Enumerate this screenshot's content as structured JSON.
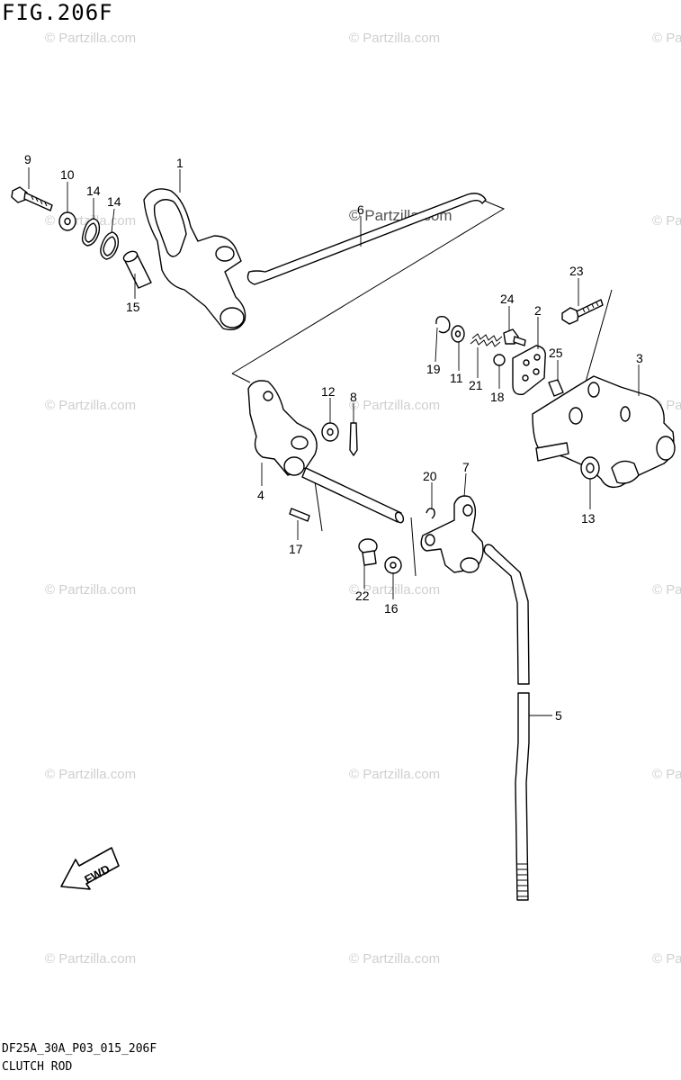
{
  "figure": {
    "title": "FIG.206F",
    "code": "DF25A_30A_P03_015_206F",
    "name": "CLUTCH ROD"
  },
  "watermark": "© Partzilla.com",
  "fwd_label": "FWD",
  "callouts": [
    {
      "id": "c9",
      "label": "9"
    },
    {
      "id": "c10",
      "label": "10"
    },
    {
      "id": "c14a",
      "label": "14"
    },
    {
      "id": "c14b",
      "label": "14"
    },
    {
      "id": "c1",
      "label": "1"
    },
    {
      "id": "c6",
      "label": "6"
    },
    {
      "id": "c15",
      "label": "15"
    },
    {
      "id": "c23",
      "label": "23"
    },
    {
      "id": "c24",
      "label": "24"
    },
    {
      "id": "c2",
      "label": "2"
    },
    {
      "id": "c3",
      "label": "3"
    },
    {
      "id": "c25",
      "label": "25"
    },
    {
      "id": "c19",
      "label": "19"
    },
    {
      "id": "c11",
      "label": "11"
    },
    {
      "id": "c21",
      "label": "21"
    },
    {
      "id": "c18",
      "label": "18"
    },
    {
      "id": "c12",
      "label": "12"
    },
    {
      "id": "c8",
      "label": "8"
    },
    {
      "id": "c4",
      "label": "4"
    },
    {
      "id": "c13",
      "label": "13"
    },
    {
      "id": "c20",
      "label": "20"
    },
    {
      "id": "c7",
      "label": "7"
    },
    {
      "id": "c17",
      "label": "17"
    },
    {
      "id": "c22",
      "label": "22"
    },
    {
      "id": "c16",
      "label": "16"
    },
    {
      "id": "c5",
      "label": "5"
    }
  ]
}
